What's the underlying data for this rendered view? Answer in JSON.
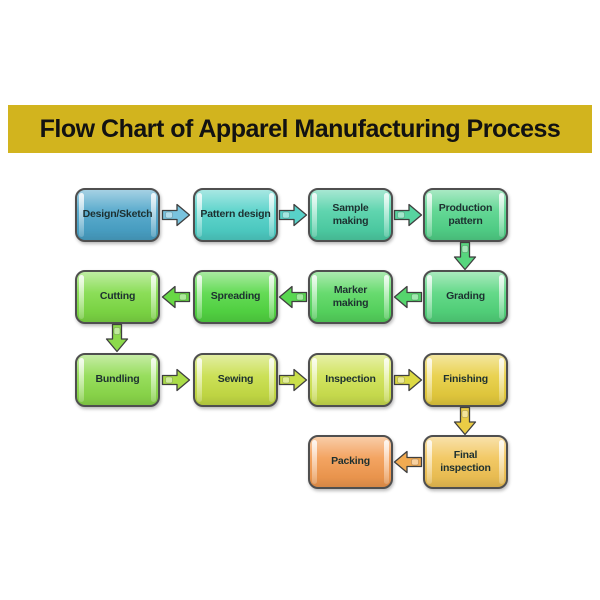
{
  "title": {
    "text": "Flow Chart of Apparel Manufacturing Process",
    "bg": "#d2b41e",
    "fg": "#121212"
  },
  "flowchart": {
    "nodes": [
      {
        "id": "design-sketch",
        "label": "Design/Sketch",
        "color": "#4aa3c8"
      },
      {
        "id": "pattern-design",
        "label": "Pattern design",
        "color": "#4fd0c7"
      },
      {
        "id": "sample-making",
        "label": "Sample\nmaking",
        "color": "#4ed0a6"
      },
      {
        "id": "production-pattern",
        "label": "Production\npattern",
        "color": "#52d389"
      },
      {
        "id": "grading",
        "label": "Grading",
        "color": "#53d57c"
      },
      {
        "id": "marker-making",
        "label": "Marker\nmaking",
        "color": "#57d75f"
      },
      {
        "id": "spreading",
        "label": "Spreading",
        "color": "#53d743"
      },
      {
        "id": "cutting",
        "label": "Cutting",
        "color": "#7eda45"
      },
      {
        "id": "bundling",
        "label": "Bundling",
        "color": "#8cda4b"
      },
      {
        "id": "sewing",
        "label": "Sewing",
        "color": "#c6dd45"
      },
      {
        "id": "inspection",
        "label": "Inspection",
        "color": "#cde14f"
      },
      {
        "id": "finishing",
        "label": "Finishing",
        "color": "#e7cd3e"
      },
      {
        "id": "final-inspection",
        "label": "Final\ninspection",
        "color": "#f1c355"
      },
      {
        "id": "packing",
        "label": "Packing",
        "color": "#f29a50"
      }
    ],
    "arrows": [
      {
        "from": "design-sketch",
        "to": "pattern-design",
        "dir": "right",
        "color": "#79c3de"
      },
      {
        "from": "pattern-design",
        "to": "sample-making",
        "dir": "right",
        "color": "#58d2c9"
      },
      {
        "from": "sample-making",
        "to": "production-pattern",
        "dir": "right",
        "color": "#57d4a0"
      },
      {
        "from": "production-pattern",
        "to": "grading",
        "dir": "down",
        "color": "#57d67e"
      },
      {
        "from": "grading",
        "to": "marker-making",
        "dir": "left",
        "color": "#55d66d"
      },
      {
        "from": "marker-making",
        "to": "spreading",
        "dir": "left",
        "color": "#58d750"
      },
      {
        "from": "spreading",
        "to": "cutting",
        "dir": "left",
        "color": "#68d845"
      },
      {
        "from": "cutting",
        "to": "bundling",
        "dir": "down",
        "color": "#8cda4b"
      },
      {
        "from": "bundling",
        "to": "sewing",
        "dir": "right",
        "color": "#aadc48"
      },
      {
        "from": "sewing",
        "to": "inspection",
        "dir": "right",
        "color": "#cadf4a"
      },
      {
        "from": "inspection",
        "to": "finishing",
        "dir": "right",
        "color": "#dcd944"
      },
      {
        "from": "finishing",
        "to": "final-inspection",
        "dir": "down",
        "color": "#ebcc45"
      },
      {
        "from": "final-inspection",
        "to": "packing",
        "dir": "left",
        "color": "#f2ab52"
      }
    ]
  }
}
